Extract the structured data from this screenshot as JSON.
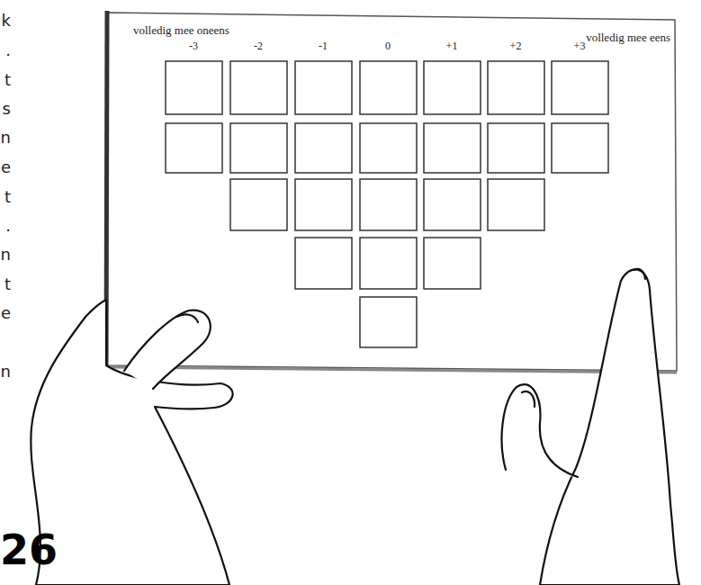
{
  "diagram": {
    "labels": [
      "volledig mee oneens",
      "volledig mee eens",
      "-3",
      "-2",
      "-1",
      "0",
      "+1",
      "+2",
      "+3",
      "k",
      ".",
      "t",
      "s",
      "n",
      "e",
      "t",
      ".",
      "n",
      "t",
      "e",
      "n",
      "26"
    ]
  }
}
